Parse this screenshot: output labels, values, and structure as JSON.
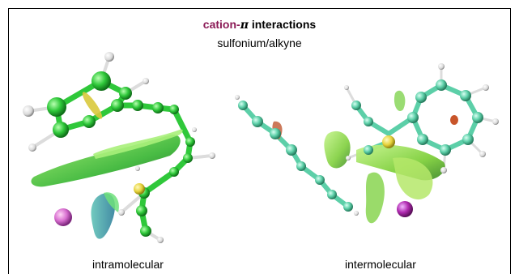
{
  "title": {
    "cation_part": "cation-",
    "pi_symbol": "π",
    "rest": " interactions"
  },
  "subtitle": "sulfonium/alkyne",
  "panels": {
    "left_label": "intramolecular",
    "right_label": "intermolecular"
  },
  "colors": {
    "title_accent": "#8b1a56",
    "carbon_left": "#2fc83a",
    "carbon_right": "#5ccfa8",
    "sulfur": "#e6d23a",
    "hydrogen": "#e8e8e8",
    "cation_ion": "#b02ab0",
    "nci_surface": "#6fd84a"
  }
}
